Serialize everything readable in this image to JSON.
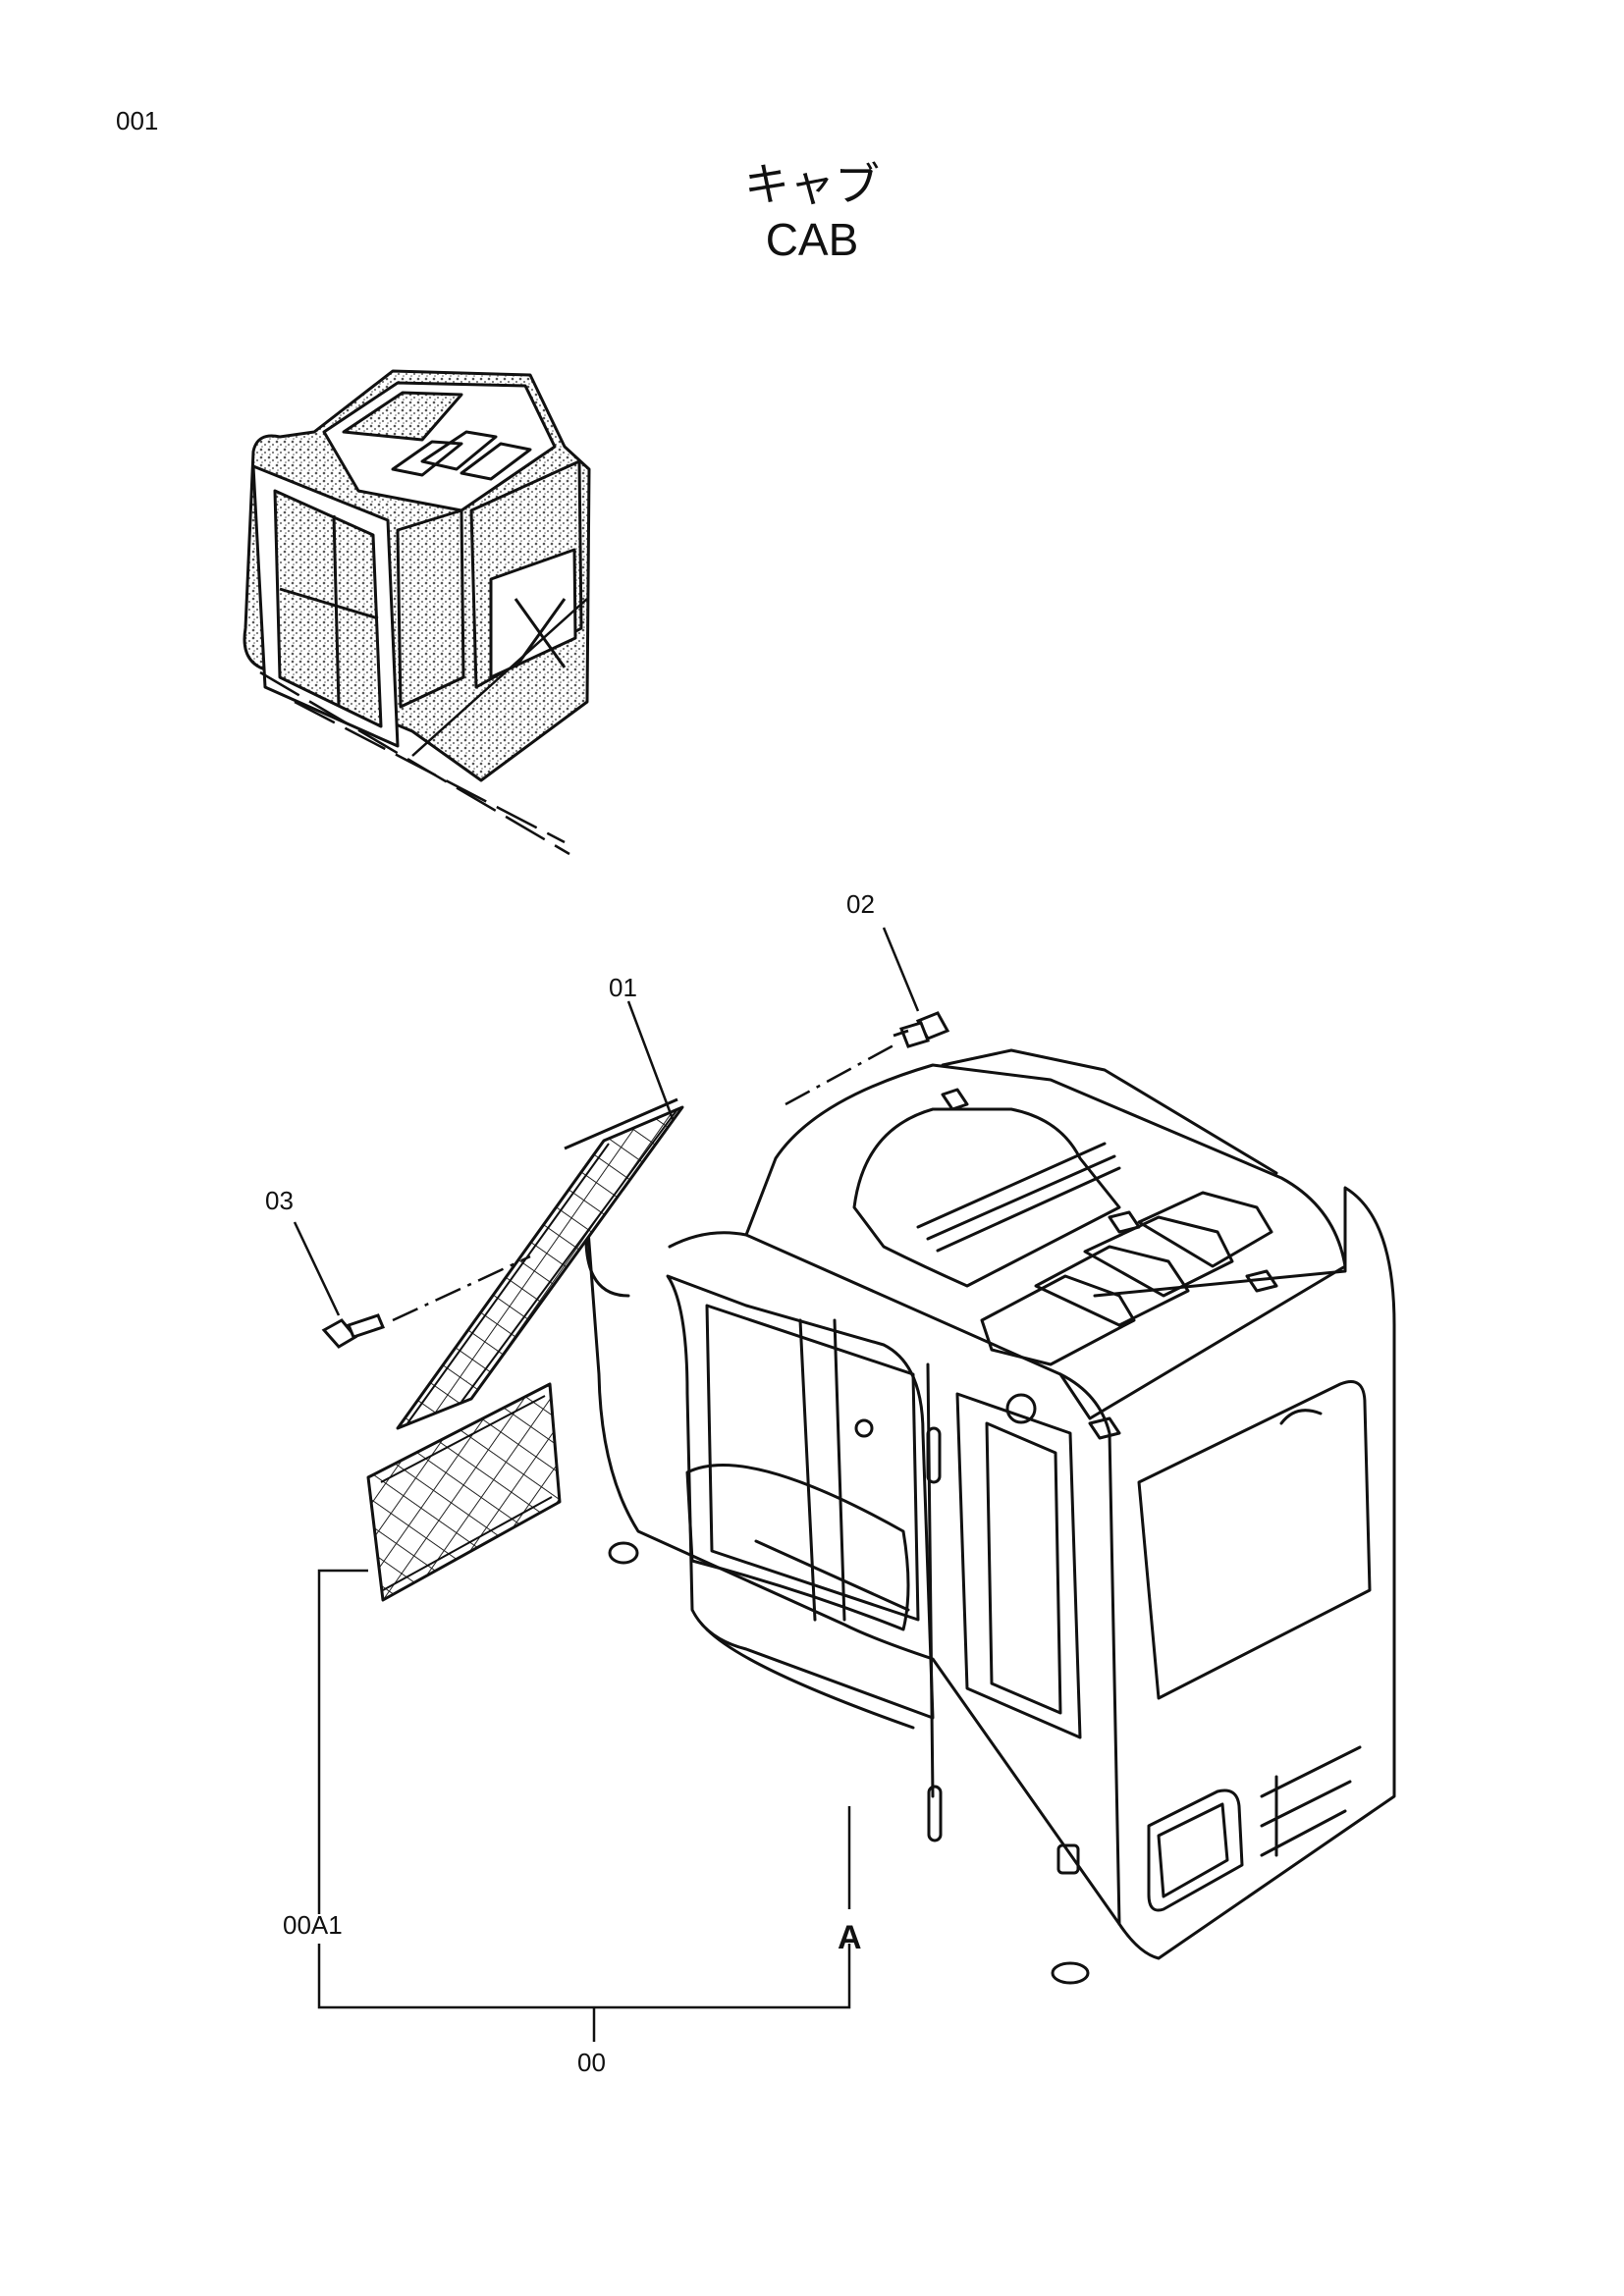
{
  "page": {
    "number": "001"
  },
  "title": {
    "japanese": "キャブ",
    "english": "CAB"
  },
  "callouts": {
    "part_00": "00",
    "part_00A1": "00A1",
    "part_01": "01",
    "part_02": "02",
    "part_03": "03",
    "assembly_A": "A"
  },
  "colors": {
    "ink": "#111111",
    "paper": "#ffffff",
    "screen_tone": "#9a9a9a"
  }
}
